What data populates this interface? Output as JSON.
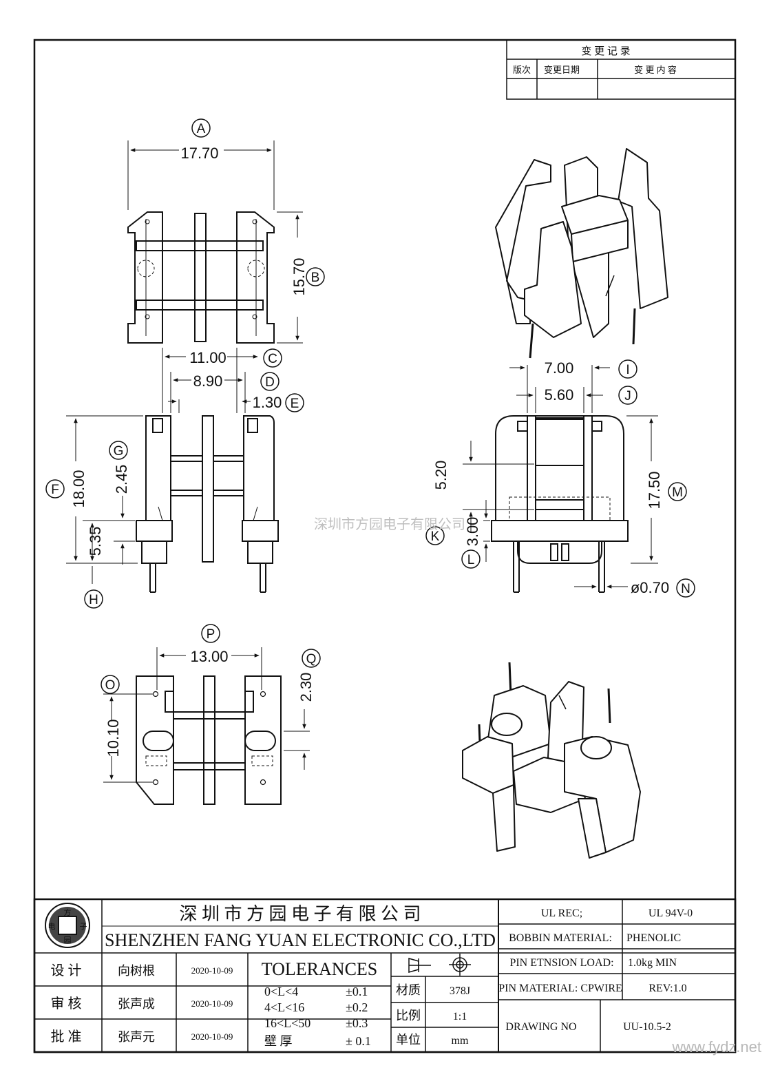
{
  "revision_table": {
    "title": "变 更 记 录",
    "col_version": "版次",
    "col_date": "变更日期",
    "col_content": "变 更 内 容"
  },
  "dimensions": {
    "A": {
      "label": "A",
      "value": "17.70"
    },
    "B": {
      "label": "B",
      "value": "15.70"
    },
    "C": {
      "label": "C",
      "value": "11.00"
    },
    "D": {
      "label": "D",
      "value": "8.90"
    },
    "E": {
      "label": "E",
      "value": "1.30"
    },
    "F": {
      "label": "F",
      "value": "18.00"
    },
    "G": {
      "label": "G",
      "value": "2.45"
    },
    "H": {
      "label": "H",
      "value": "5.35"
    },
    "I": {
      "label": "I",
      "value": "7.00"
    },
    "J": {
      "label": "J",
      "value": "5.60"
    },
    "K": {
      "label": "K",
      "value": "5.20"
    },
    "L": {
      "label": "L",
      "value": "3.00"
    },
    "M": {
      "label": "M",
      "value": "17.50"
    },
    "N": {
      "label": "N",
      "value": "ø0.70"
    },
    "O": {
      "label": "O",
      "value": "10.10"
    },
    "P": {
      "label": "P",
      "value": "13.00"
    },
    "Q": {
      "label": "Q",
      "value": "2.30"
    }
  },
  "watermark": "深圳市方园电子有限公司",
  "site_watermark": "www.fydz.net",
  "title_block": {
    "logo_chars": [
      "方",
      "电",
      "子",
      "园"
    ],
    "company_cn": "深 圳 市 方 园 电 子 有 限 公 司",
    "company_en": "SHENZHEN FANG YUAN ELECTRONIC CO.,LTD",
    "ul_rec_label": "UL REC;",
    "ul_rec_value": "UL  94V-0",
    "bobbin_material_label": "BOBBIN MATERIAL:",
    "bobbin_material_value": "PHENOLIC",
    "pin_load_label": "PIN ETNSION LOAD:",
    "pin_load_value": "1.0kg MIN",
    "pin_material_label": "PIN MATERIAL: CPWIRE",
    "rev": "REV:1.0",
    "drawing_no_label": "DRAWING NO",
    "drawing_no_value": "UU-10.5-2",
    "approvals": [
      {
        "role": "设  计",
        "name": "向树根",
        "date": "2020-10-09"
      },
      {
        "role": "审  核",
        "name": "张声成",
        "date": "2020-10-09"
      },
      {
        "role": "批  准",
        "name": "张声元",
        "date": "2020-10-09"
      }
    ],
    "tolerances_title": "TOLERANCES",
    "tolerances": [
      {
        "range": "0<L<4",
        "tol": "±0.1"
      },
      {
        "range": "4<L<16",
        "tol": "±0.2"
      },
      {
        "range": "16<L<50",
        "tol": "±0.3"
      },
      {
        "range": "壁  厚",
        "tol": "± 0.1"
      }
    ],
    "material_label": "材质",
    "material_value": "378J",
    "scale_label": "比例",
    "scale_value": "1:1",
    "unit_label": "单位",
    "unit_value": "mm"
  }
}
